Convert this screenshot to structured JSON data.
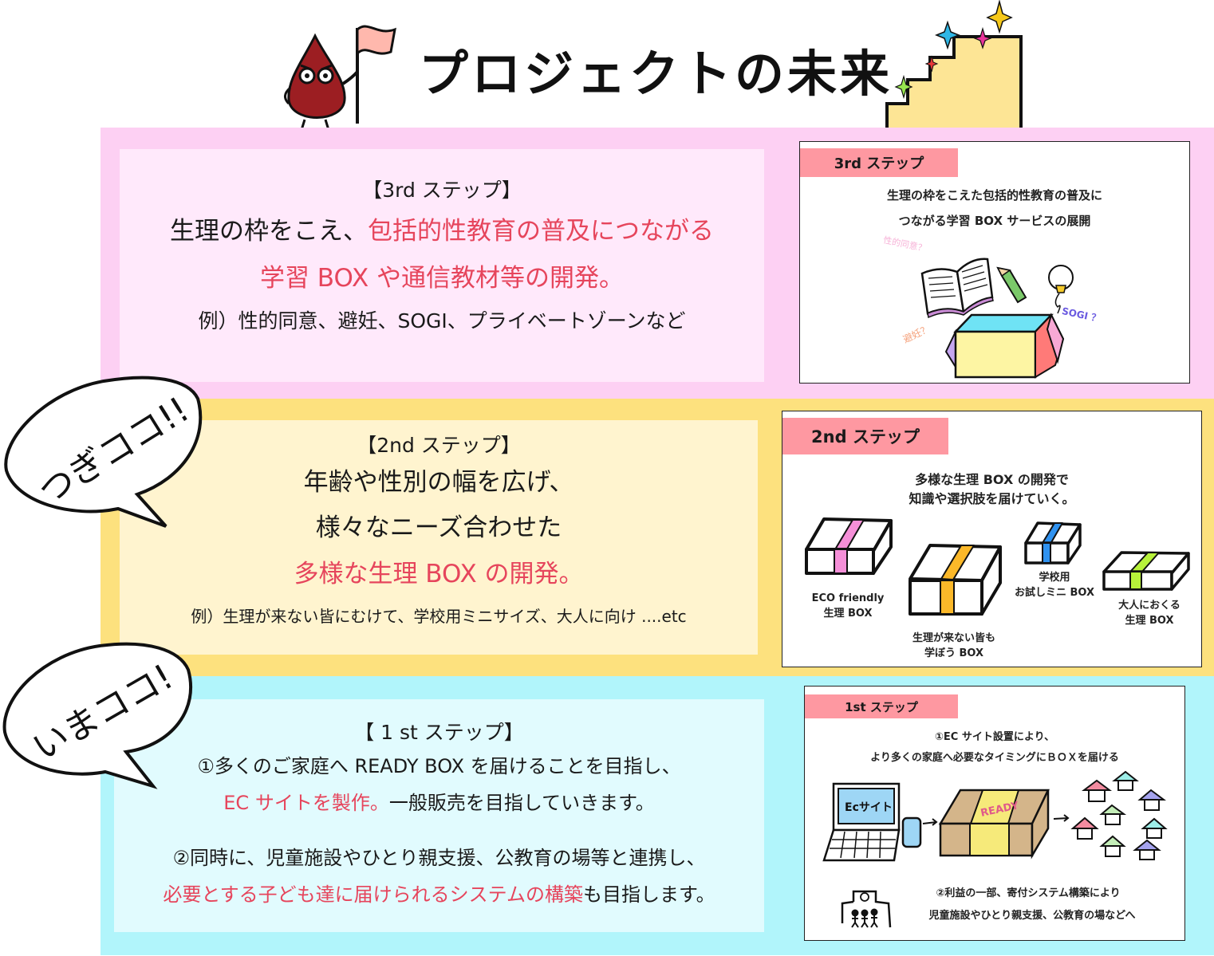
{
  "header": {
    "title": "プロジェクトの未来",
    "mascot": "blood-drop-mascot-with-flag",
    "decoration": "staircase-with-sparkles"
  },
  "colors": {
    "band_3rd": "#fdd0f3",
    "band_2nd": "#fde17e",
    "band_1st": "#b1f5fb",
    "highlight_red": "#e6455c",
    "tag_pink": "#fe98a1"
  },
  "steps": {
    "third": {
      "heading": "【3rd ステップ】",
      "line1_black": "生理の枠をこえ、",
      "line1_red": "包括的性教育の普及につながる",
      "line2_red": "学習 BOX や通信教材等の開発。",
      "example": "例）性的同意、避妊、SOGI、プライベートゾーンなど",
      "card": {
        "tag": "3rd ステップ",
        "caption_line1": "生理の枠をこえた包括的性教育の普及に",
        "caption_line2": "つながる学習 BOX サービスの展開",
        "float_labels": [
          "性的同意？",
          "避妊？",
          "SOGI ？"
        ]
      }
    },
    "second": {
      "heading": "【2nd ステップ】",
      "line1": "年齢や性別の幅を広げ、",
      "line2": "様々なニーズ合わせた",
      "line3_red": "多様な生理 BOX の開発。",
      "example": "例）生理が来ない皆にむけて、学校用ミニサイズ、大人に向け ....etc",
      "card": {
        "tag": "2nd ステップ",
        "caption_line1": "多様な生理 BOX の開発で",
        "caption_line2": "知識や選択肢を届けていく。",
        "boxes": [
          {
            "label_line1": "ECO friendly",
            "label_line2": "生理 BOX",
            "stripe": "#f58fd8"
          },
          {
            "label_line1": "生理が来ない皆も",
            "label_line2": "学ぼう BOX",
            "stripe": "#fbb829"
          },
          {
            "label_line1": "学校用",
            "label_line2": "お試しミニ BOX",
            "stripe": "#2f92f0"
          },
          {
            "label_line1": "大人におくる",
            "label_line2": "生理 BOX",
            "stripe": "#b7f23a"
          }
        ]
      }
    },
    "first": {
      "heading": "【 1 st ステップ】",
      "item1_line1": "①多くのご家庭へ READY BOX を届けることを目指し、",
      "item1_line2_red": "EC サイトを製作。",
      "item1_line2_black": "一般販売を目指していきます。",
      "item2_line1": "②同時に、児童施設やひとり親支援、公教育の場等と連携し、",
      "item2_line2_red": "必要とする子ども達に届けられるシステムの構築",
      "item2_line2_black": "も目指します。",
      "card": {
        "tag": "1st ステップ",
        "caption1_line1": "①EC サイト設置により、",
        "caption1_line2": "より多くの家庭へ必要なタイミングにＢＯＸを届ける",
        "laptop_screen": "Ecサイト",
        "box_label": "READY",
        "caption2_line1": "②利益の一部、寄付システム構築により",
        "caption2_line2": "児童施設やひとり親支援、公教育の場などへ"
      }
    }
  },
  "bubbles": {
    "next": "つぎココ!!",
    "now": "いまココ!"
  }
}
